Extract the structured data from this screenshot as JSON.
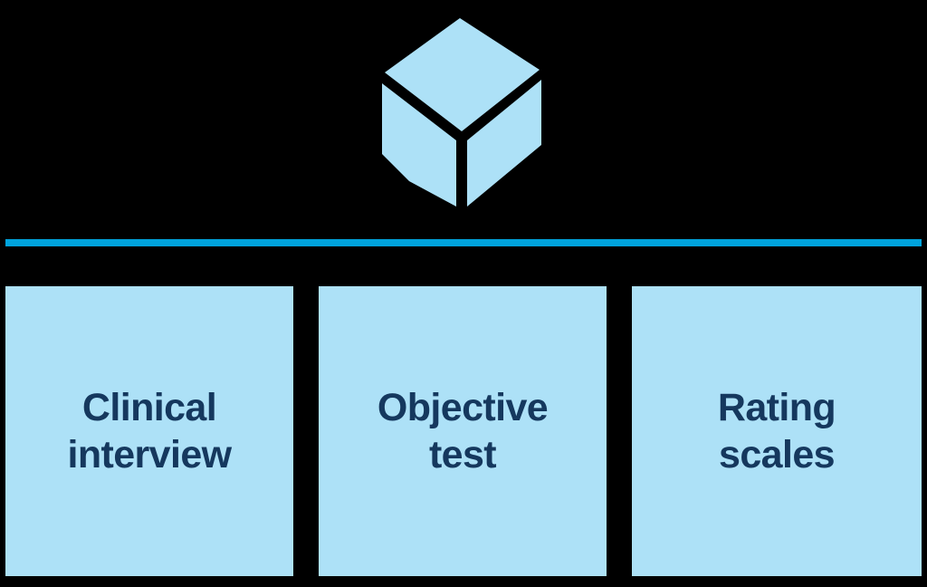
{
  "diagram": {
    "background_color": "#000000",
    "accent_color": "#00A3DD",
    "panel_color": "#ADE1F7",
    "text_color": "#15385E",
    "icon": {
      "name": "cube-icon",
      "face_color": "#ADE1F7",
      "edge_color": "#000000"
    },
    "divider": {
      "name": "horizontal-rule",
      "color": "#00A3DD"
    },
    "cards": [
      {
        "label": "Clinical\ninterview"
      },
      {
        "label": "Objective\ntest"
      },
      {
        "label": "Rating\nscales"
      }
    ]
  }
}
